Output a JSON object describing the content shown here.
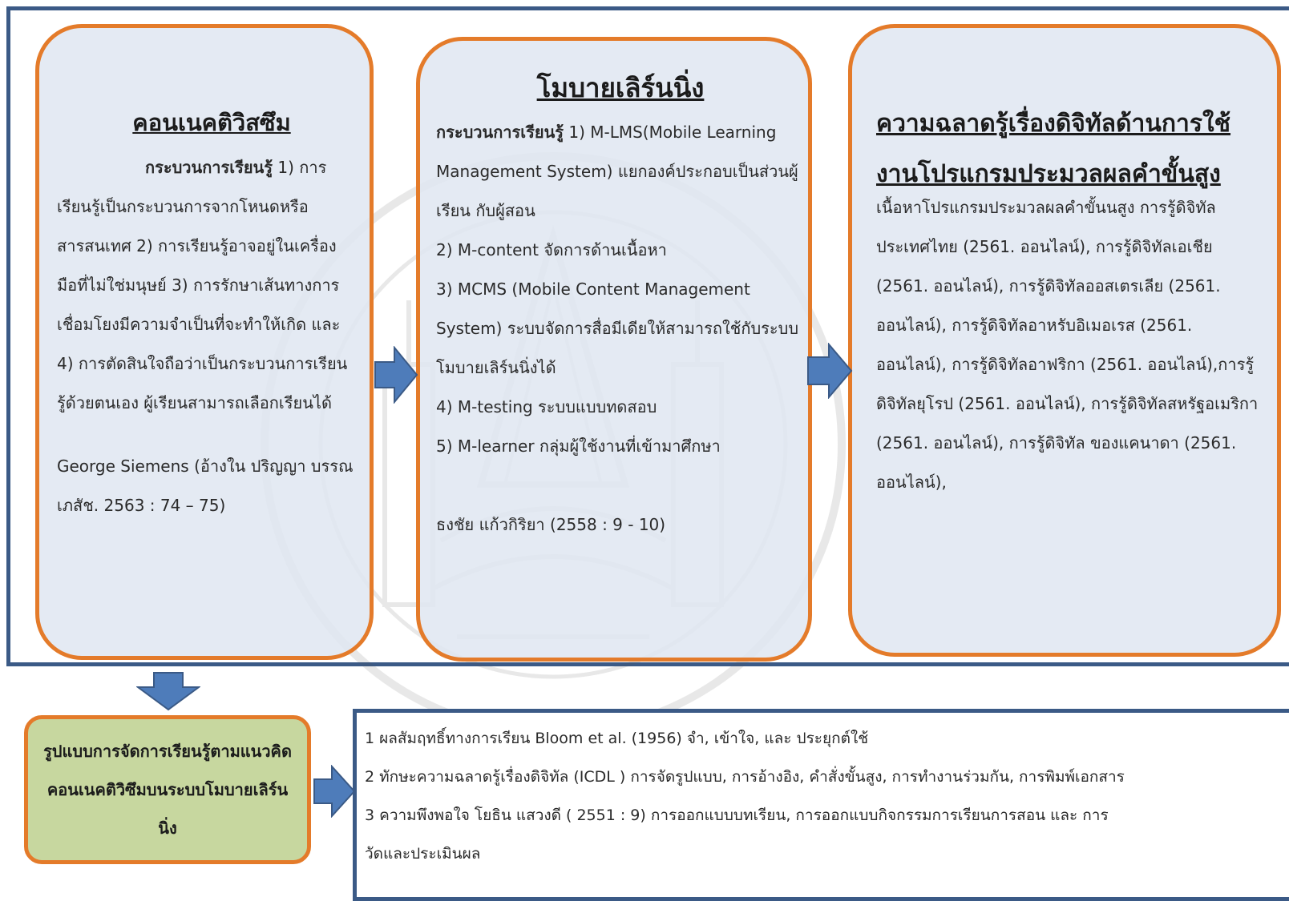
{
  "box1": {
    "title": "คอนเนคติวิสซึม",
    "lead_bold": "กระบวนการเรียนรู้",
    "body": " 1) การเรียนรู้เป็นกระบวนการจากโหนดหรือสารสนเทศ 2) การเรียนรู้อาจอยู่ในเครื่องมือที่ไม่ใช่มนุษย์ 3) การรักษาเส้นทางการเชื่อมโยงมีความจำเป็นที่จะทำให้เกิด และ 4) การตัดสินใจถือว่าเป็นกระบวนการเรียนรู้ด้วยตนเอง ผู้เรียนสามารถเลือกเรียนได้",
    "reference": "George Siemens (อ้างใน ปริญญา บรรณเภสัช. 2563 : 74 – 75)"
  },
  "box2": {
    "title": "โมบายเลิร์นนิ่ง",
    "lead_bold": "กระบวนการเรียนรู้",
    "item1": " 1) M-LMS(Mobile Learning Management System) แยกองค์ประกอบเป็นส่วนผู้เรียน กับผู้สอน",
    "item2": "2) M-content จัดการด้านเนื้อหา",
    "item3": "3) MCMS (Mobile Content Management System) ระบบจัดการสื่อมีเดียให้สามารถใช้กับระบบโมบายเลิร์นนิ่งได้",
    "item4": "4) M-testing ระบบแบบทดสอบ",
    "item5": "5) M-learner กลุ่มผู้ใช้งานที่เข้ามาศึกษา",
    "reference": "ธงชัย แก้วกิริยา (2558 : 9 - 10)"
  },
  "box3": {
    "title": "ความฉลาดรู้เรื่องดิจิทัลด้านการใช้งานโปรแกรมประมวลผลคำขั้นสูง",
    "body": "เนื้อหาโปรแกรมประมวลผลคำขั้นนสูง การรู้ดิจิทัลประเทศไทย (2561. ออนไลน์), การรู้ดิจิทัลเอเชีย (2561. ออนไลน์), การรู้ดิจิทัลออสเตรเลีย (2561. ออนไลน์), การรู้ดิจิทัลอาหรับอิเมอเรส (2561. ออนไลน์), การรู้ดิจิทัลอาฟริกา (2561. ออนไลน์),การรู้ดิจิทัลยุโรป (2561. ออนไลน์), การรู้ดิจิทัลสหรัฐอเมริกา (2561. ออนไลน์), การรู้ดิจิทัล ของแคนาดา (2561. ออนไลน์),"
  },
  "summary": {
    "label": "รูปแบบการจัดการเรียนรู้ตามแนวคิดคอนเนคติวิซึมบนระบบโมบายเลิร์นนิ่ง"
  },
  "results": {
    "line1": "1 ผลสัมฤทธิ์ทางการเรียน Bloom et al. (1956) จำ, เข้าใจ, และ ประยุกต์ใช้",
    "line2": "2 ทักษะความฉลาดรู้เรื่องดิจิทัล (ICDL ) การจัดรูปแบบ, การอ้างอิง, คำสั่งขั้นสูง, การทำงานร่วมกัน, การพิมพ์เอกสาร",
    "line3a": "3 ความพึงพอใจ โยธิน แสวงดี ( 2551 : 9) การออกแบบบทเรียน, การออกแบบกิจกรรมการเรียนการสอน และ การ",
    "line3b": "วัดและประเมินผล"
  },
  "colors": {
    "frame": "#3b5a86",
    "box_border": "#e47b2a",
    "box_fill": "#dfe7f1",
    "summary_fill": "#c7d79f",
    "arrow": "#4e7cba"
  }
}
